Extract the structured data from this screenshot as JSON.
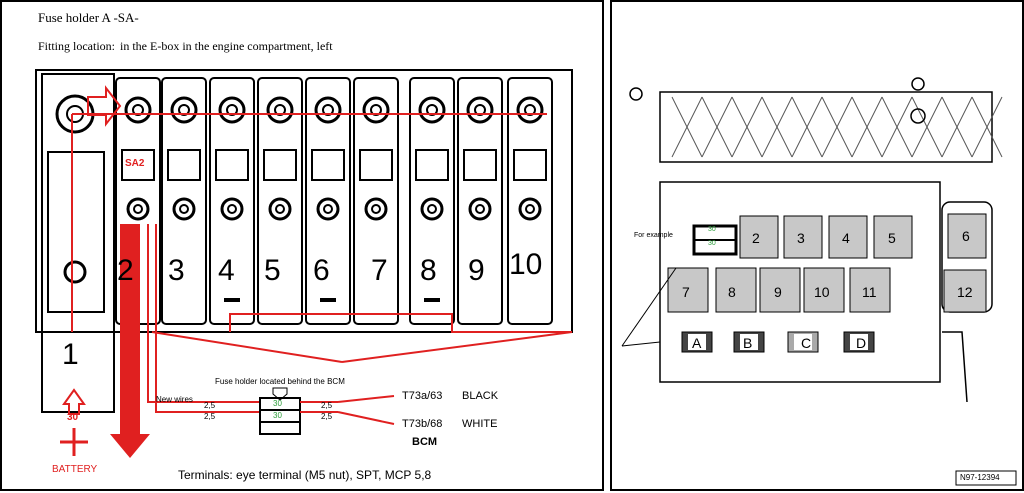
{
  "left_panel": {
    "title": "Fuse holder A -SA-",
    "fitting_label": "Fitting location:",
    "fitting_value": "in the E-box in the engine compartment, left",
    "sa2_label": "SA2",
    "fuse_numbers": [
      "1",
      "2",
      "3",
      "4",
      "5",
      "6",
      "7",
      "8",
      "9",
      "10"
    ],
    "terminal_30": "30",
    "battery": "BATTERY",
    "new_wires": "New wires",
    "wire_size": "2,5",
    "fuse_holder_note": "Fuse holder located behind the BCM",
    "fuse_value": "30",
    "connector_black": "T73a/63",
    "connector_white": "T73b/68",
    "color_black": "BLACK",
    "color_white": "WHITE",
    "bcm": "BCM",
    "terminals": "Terminals: eye terminal (M5 nut), SPT, MCP 5,8"
  },
  "right_panel": {
    "for_example": "For example",
    "small_fuse_value": "30",
    "relay_row1": [
      "2",
      "3",
      "4",
      "5"
    ],
    "relay_row2": [
      "7",
      "8",
      "9",
      "10",
      "11"
    ],
    "relay_side": [
      "6",
      "12"
    ],
    "connectors": [
      "A",
      "B",
      "C",
      "D"
    ],
    "figure_id": "N97-12394"
  },
  "colors": {
    "red": "#e02020",
    "green": "#2e9e3c",
    "gray": "#c8c8c8",
    "black": "#000000"
  }
}
